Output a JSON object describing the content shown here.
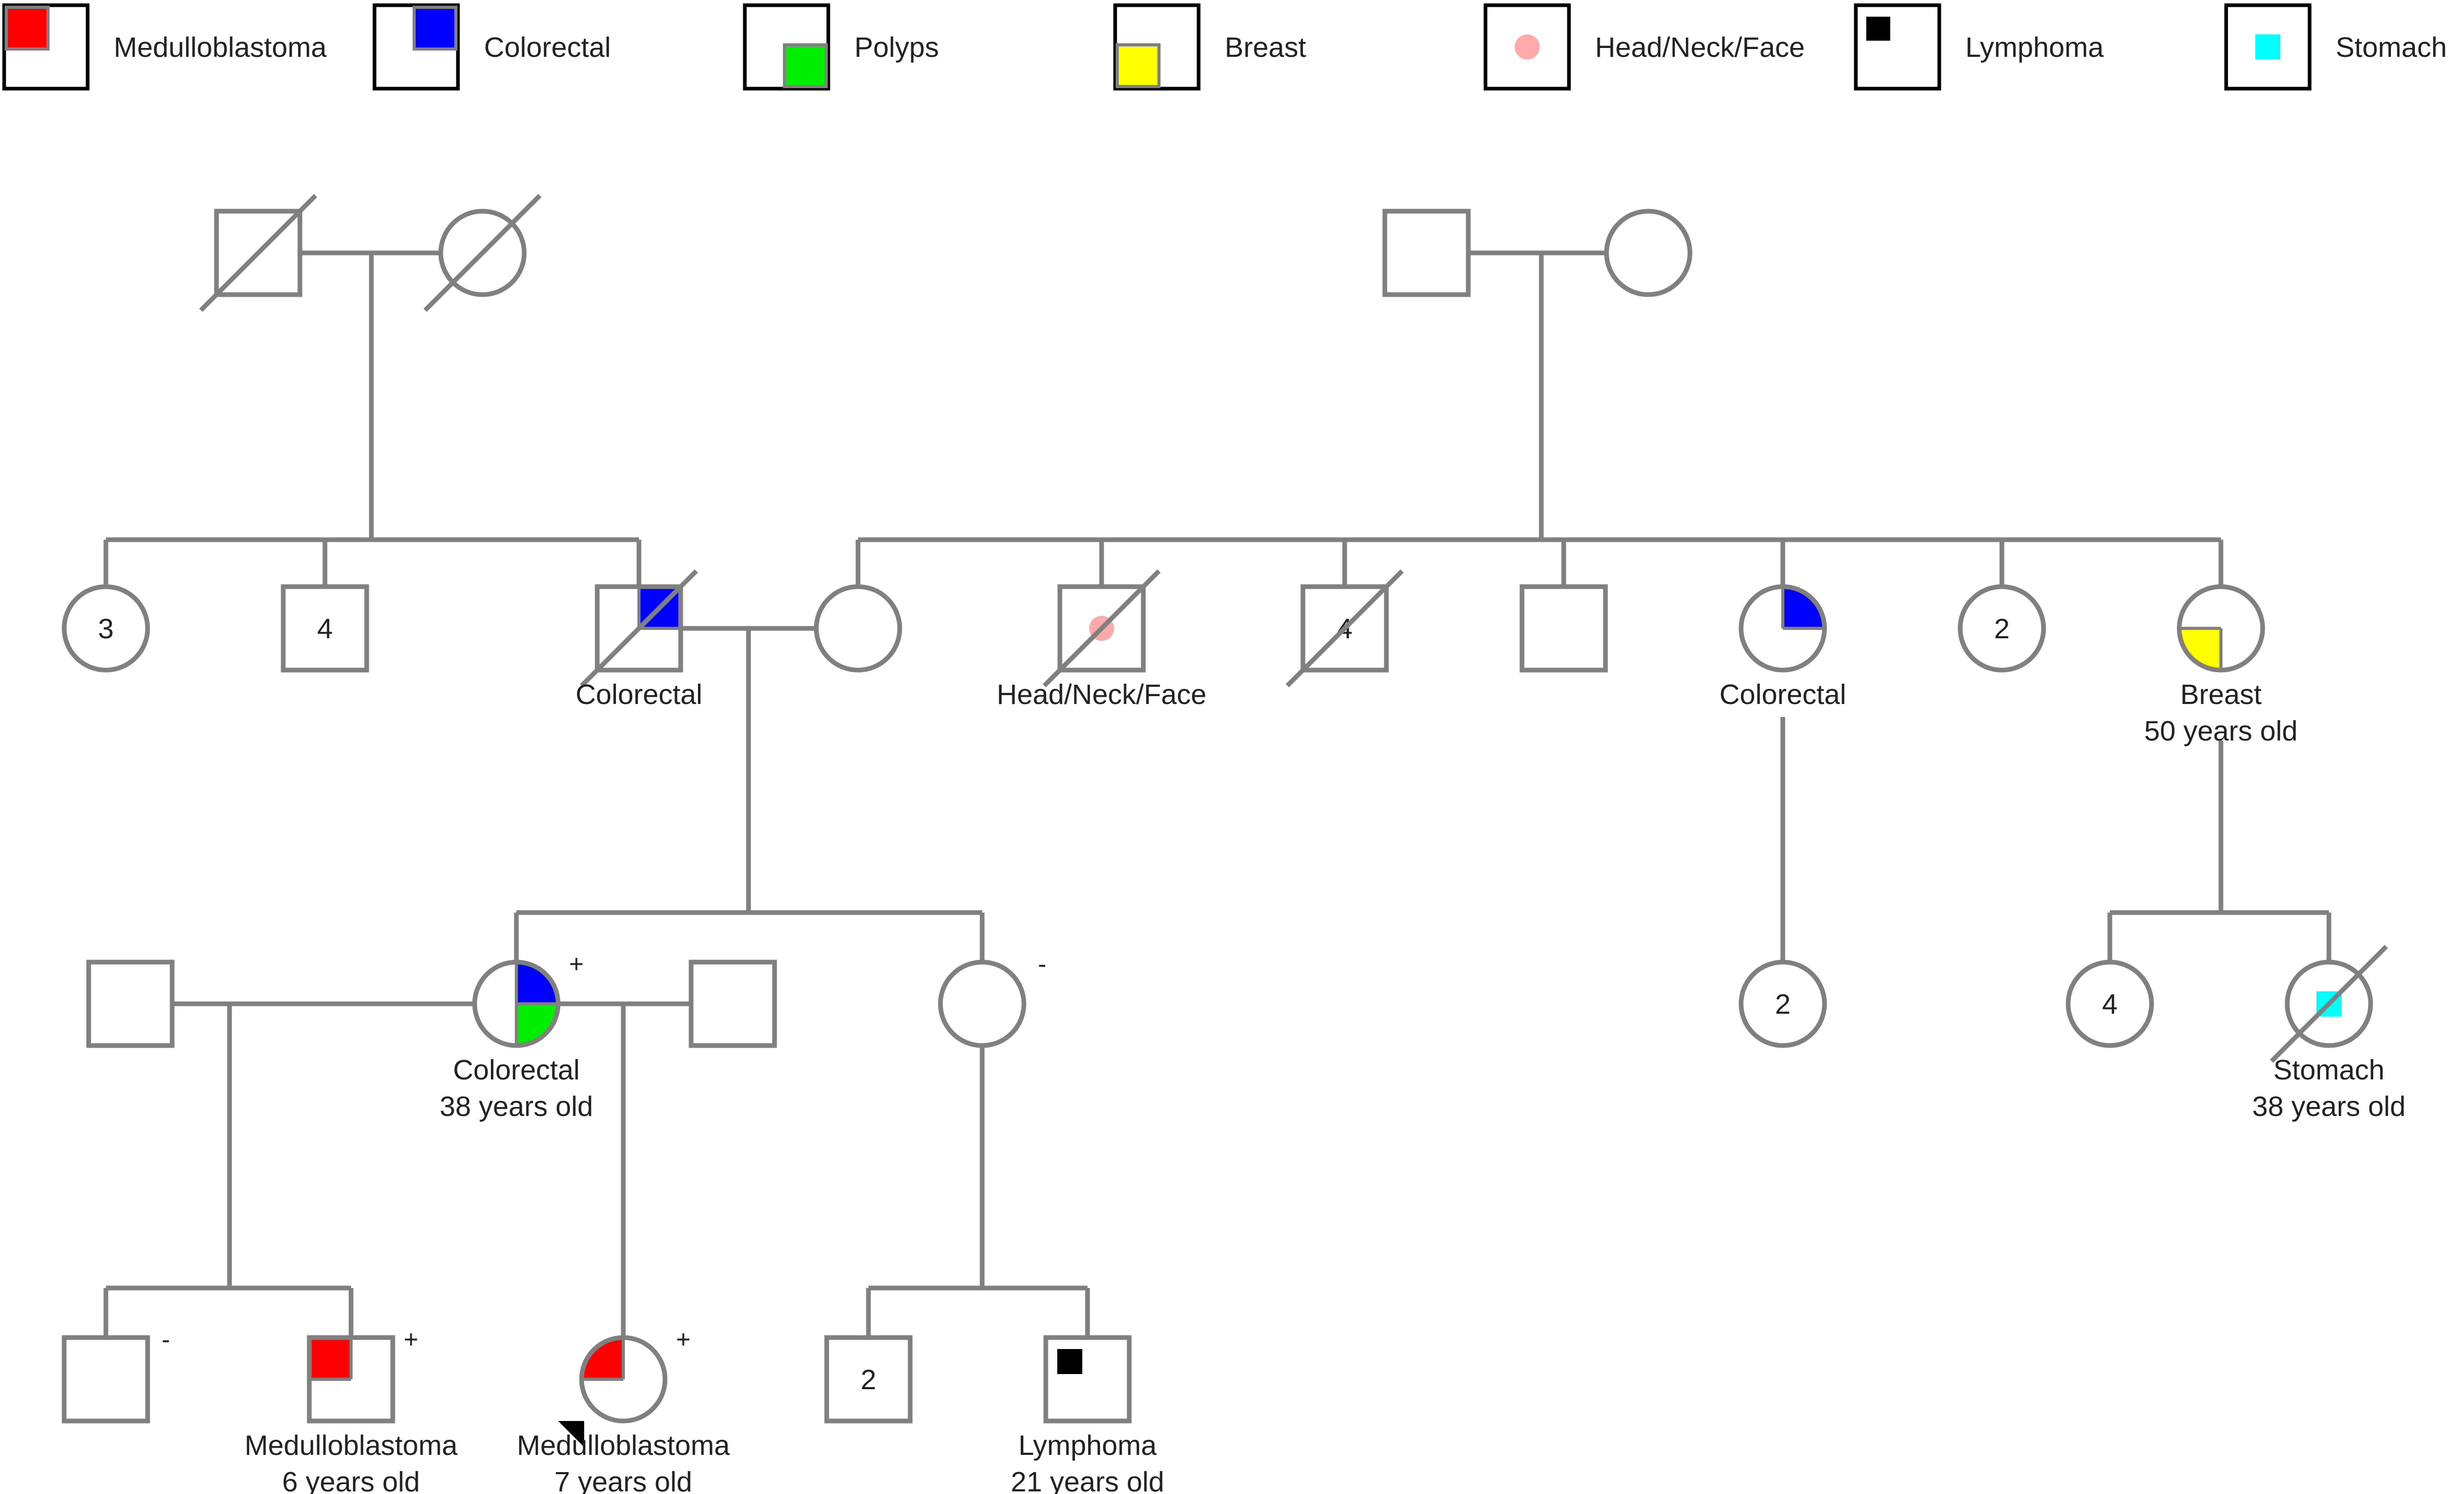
{
  "legend": [
    {
      "label": "Medulloblastoma",
      "color": "#ff0000",
      "corner": "tl"
    },
    {
      "label": "Colorectal",
      "color": "#0000ff",
      "corner": "tr"
    },
    {
      "label": "Polyps",
      "color": "#00ee00",
      "corner": "br"
    },
    {
      "label": "Breast",
      "color": "#ffff00",
      "corner": "bl"
    },
    {
      "label": "Head/Neck/Face",
      "color": "#ffaaaa",
      "corner": "center"
    },
    {
      "label": "Lymphoma",
      "color": "#000000",
      "corner": "tl-small"
    },
    {
      "label": "Stomach",
      "color": "#00ffff",
      "corner": "center"
    }
  ],
  "colors": {
    "line": "#808080",
    "text": "#222222",
    "medulloblastoma": "#ff0000",
    "colorectal": "#0000ff",
    "polyps": "#00ee00",
    "breast": "#ffff00",
    "head_neck_face": "#ffaaaa",
    "lymphoma": "#000000",
    "stomach": "#00ffff"
  },
  "individuals": [
    {
      "id": "pgf",
      "sex": "male",
      "deceased": true
    },
    {
      "id": "pgm",
      "sex": "female",
      "deceased": true
    },
    {
      "id": "mgf",
      "sex": "male"
    },
    {
      "id": "mgm",
      "sex": "female"
    },
    {
      "id": "pat-sis3",
      "sex": "female",
      "count": "3"
    },
    {
      "id": "pat-bro4",
      "sex": "male",
      "count": "4"
    },
    {
      "id": "father",
      "sex": "male",
      "deceased": true,
      "affected": [
        {
          "color": "colorectal",
          "quadrant": "tr"
        }
      ],
      "label": [
        "Colorectal"
      ]
    },
    {
      "id": "mother",
      "sex": "female"
    },
    {
      "id": "mat-uncle-hnf",
      "sex": "male",
      "deceased": true,
      "affected": [
        {
          "color": "head_neck_face",
          "quadrant": "dot"
        }
      ],
      "label": [
        "Head/Neck/Face"
      ]
    },
    {
      "id": "mat-uncles4",
      "sex": "male",
      "deceased": true,
      "count": "4"
    },
    {
      "id": "mat-uncle",
      "sex": "male"
    },
    {
      "id": "mat-aunt-crc",
      "sex": "female",
      "affected": [
        {
          "color": "colorectal",
          "quadrant": "tr"
        }
      ],
      "label": [
        "Colorectal"
      ]
    },
    {
      "id": "mat-aunts2",
      "sex": "female",
      "count": "2"
    },
    {
      "id": "mat-aunt-breast",
      "sex": "female",
      "affected": [
        {
          "color": "breast",
          "quadrant": "bl"
        }
      ],
      "label": [
        "Breast",
        "50 years old"
      ]
    },
    {
      "id": "spouse1",
      "sex": "male"
    },
    {
      "id": "proband-mother",
      "sex": "female",
      "status": "+",
      "affected": [
        {
          "color": "colorectal",
          "quadrant": "tr"
        },
        {
          "color": "polyps",
          "quadrant": "br"
        }
      ],
      "label": [
        "Colorectal",
        "38 years old"
      ]
    },
    {
      "id": "spouse2",
      "sex": "male"
    },
    {
      "id": "sister",
      "sex": "female",
      "status": "-"
    },
    {
      "id": "cousins2",
      "sex": "female",
      "count": "2"
    },
    {
      "id": "cousin4",
      "sex": "female",
      "count": "4"
    },
    {
      "id": "cousin-stomach",
      "sex": "female",
      "deceased": true,
      "affected": [
        {
          "color": "stomach",
          "quadrant": "dot-square"
        }
      ],
      "label": [
        "Stomach",
        "38 years old"
      ]
    },
    {
      "id": "half-bro",
      "sex": "male",
      "status": "-"
    },
    {
      "id": "half-bro-med",
      "sex": "male",
      "status": "+",
      "affected": [
        {
          "color": "medulloblastoma",
          "quadrant": "tl"
        }
      ],
      "label": [
        "Medulloblastoma",
        "6 years old"
      ]
    },
    {
      "id": "proband",
      "sex": "female",
      "status": "+",
      "proband": true,
      "affected": [
        {
          "color": "medulloblastoma",
          "quadrant": "tl"
        }
      ],
      "label": [
        "Medulloblastoma",
        "7 years old"
      ]
    },
    {
      "id": "nephews2",
      "sex": "male",
      "count": "2"
    },
    {
      "id": "nephew-lymphoma",
      "sex": "male",
      "affected": [
        {
          "color": "lymphoma",
          "quadrant": "tl-small"
        }
      ],
      "label": [
        "Lymphoma",
        "21 years old"
      ]
    }
  ]
}
